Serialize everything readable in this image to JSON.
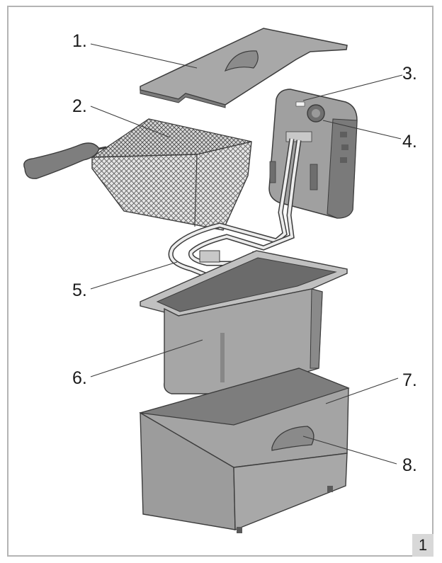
{
  "figure": {
    "number": "1"
  },
  "callouts": [
    {
      "id": "1",
      "label": "1."
    },
    {
      "id": "2",
      "label": "2."
    },
    {
      "id": "3",
      "label": "3."
    },
    {
      "id": "4",
      "label": "4."
    },
    {
      "id": "5",
      "label": "5."
    },
    {
      "id": "6",
      "label": "6."
    },
    {
      "id": "7",
      "label": "7."
    },
    {
      "id": "8",
      "label": "8."
    }
  ],
  "colors": {
    "part_fill": "#a3a3a3",
    "part_dark": "#6f6f6f",
    "part_light": "#c4c4c4",
    "outline": "#3c3c3c",
    "frame": "#b4b4b4",
    "badge": "#d8d8d8"
  }
}
